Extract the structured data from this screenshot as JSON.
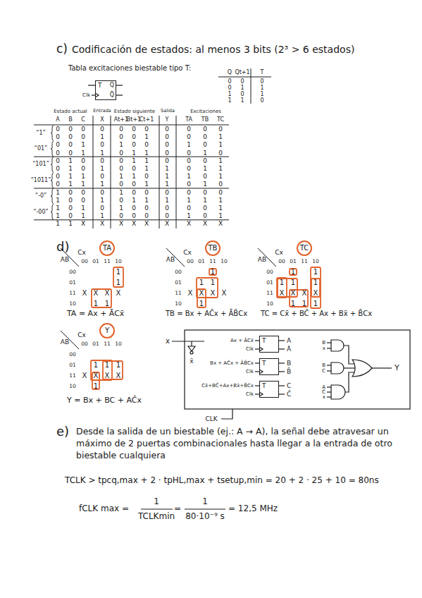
{
  "diagram": {
    "nodes": [
      {
        "text": [
          "T",
          "Q",
          "Q̄"
        ]
      },
      {
        "text": [
          "TA"
        ]
      },
      {
        "text": [
          "TB"
        ]
      },
      {
        "text": [
          "TC"
        ]
      },
      {
        "text": [
          "Y"
        ]
      },
      {
        "text": [
          "T"
        ]
      },
      {
        "text": [
          "T"
        ]
      },
      {
        "text": [
          "T"
        ]
      }
    ],
    "labels": [
      "c)",
      "Codificación de estados: al menos 3 bits (2³ > 6 estados)",
      "Tabla excitaciones biestable tipo T:",
      "Clk",
      "Q",
      "Qt+1",
      "T",
      "0",
      "0",
      "0",
      "0",
      "1",
      "1",
      "1",
      "0",
      "1",
      "1",
      "1",
      "0",
      "Estado actual",
      "Entrada",
      "Estado siguiente",
      "Salida",
      "Excitaciones",
      "A",
      "B",
      "C",
      "X",
      "At+1",
      "Bt+1",
      "Ct+1",
      "Y",
      "TA",
      "TB",
      "TC",
      "“1”",
      "“01”",
      "“101”",
      "“1011”",
      "“-0”",
      "“-00”",
      "0",
      "0",
      "0",
      "0",
      "0",
      "0",
      "0",
      "0",
      "0",
      "0",
      "0",
      "0",
      "0",
      "0",
      "1",
      "0",
      "0",
      "1",
      "0",
      "0",
      "0",
      "1",
      "0",
      "0",
      "1",
      "0",
      "1",
      "0",
      "0",
      "0",
      "1",
      "0",
      "1",
      "0",
      "0",
      "1",
      "1",
      "0",
      "1",
      "1",
      "0",
      "0",
      "1",
      "0",
      "0",
      "1",
      "0",
      "0",
      "0",
      "1",
      "1",
      "0",
      "0",
      "0",
      "1",
      "0",
      "1",
      "0",
      "1",
      "0",
      "0",
      "1",
      "1",
      "0",
      "1",
      "1",
      "0",
      "1",
      "1",
      "0",
      "1",
      "1",
      "0",
      "1",
      "1",
      "0",
      "1",
      "0",
      "1",
      "1",
      "1",
      "0",
      "0",
      "1",
      "1",
      "0",
      "1",
      "0",
      "1",
      "0",
      "0",
      "0",
      "1",
      "0",
      "0",
      "0",
      "0",
      "0",
      "0",
      "1",
      "0",
      "0",
      "1",
      "0",
      "1",
      "1",
      "1",
      "1",
      "1",
      "1",
      "1",
      "0",
      "1",
      "0",
      "1",
      "0",
      "0",
      "0",
      "0",
      "0",
      "1",
      "1",
      "0",
      "1",
      "1",
      "0",
      "0",
      "0",
      "0",
      "1",
      "0",
      "1",
      "1",
      "1",
      "X",
      "X",
      "X",
      "X",
      "X",
      "X",
      "X",
      "X",
      "X",
      "d)",
      "Cx",
      "AB",
      "00",
      "01",
      "11",
      "10",
      "00",
      "01",
      "11",
      "10",
      "1",
      "1",
      "X",
      "X",
      "X",
      "X",
      "1",
      "1",
      "Cx",
      "AB",
      "00",
      "01",
      "11",
      "10",
      "00",
      "01",
      "11",
      "10",
      "1",
      "1",
      "1",
      "X",
      "X",
      "X",
      "X",
      "1",
      "Cx",
      "AB",
      "00",
      "01",
      "11",
      "10",
      "00",
      "01",
      "11",
      "10",
      "1",
      "1",
      "1",
      "1",
      "1",
      "X",
      "X",
      "X",
      "X",
      "1",
      "1",
      "1",
      "Cx",
      "AB",
      "00",
      "01",
      "11",
      "10",
      "00",
      "01",
      "11",
      "10",
      "1",
      "1",
      "1",
      "X",
      "X",
      "X",
      "X",
      "1",
      "TA = Ax + ĀCx̄",
      "TB = Bx + AC̄x + ĀB̄Cx",
      "TC = Cx̄ + BC̄ + Ax + Bx̄ + B̄Cx",
      "Y = Bx + BC + AC̄x",
      "x",
      "x̄",
      "Ax + ĀCx̄",
      "Clk",
      "A",
      "Ā",
      "Bx + AC̄x + ĀB̄Cx",
      "Clk",
      "B",
      "B̄",
      "Cx̄+BC̄+Ax+Bx̄+B̄Cx",
      "Clk",
      "C",
      "C̄",
      "B",
      "x",
      "B",
      "C",
      "A",
      "C̄",
      "x",
      "Y",
      "CLK",
      "e)",
      "Desde la salida de un biestable (ej.: A → A), la señal debe atravesar un máximo de 2 puertas combinacionales hasta llegar a la entrada de otro biestable cualquiera",
      "TCLK > tpcq,max + 2 · tpHL,max + tsetup,min = 20 + 2 · 25 + 10 = 80ns",
      "fCLK max =",
      "1",
      "TCLKmin",
      "=",
      "1",
      "80·10⁻⁹ s",
      "= 12,5 MHz"
    ]
  }
}
